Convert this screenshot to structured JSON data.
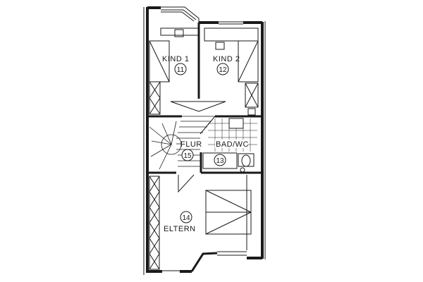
{
  "plan": {
    "rooms": [
      {
        "name": "KIND 1",
        "number": "11"
      },
      {
        "name": "KIND 2",
        "number": "12"
      },
      {
        "name": "FLUR",
        "number": "15"
      },
      {
        "name": "BAD/WC",
        "number": "13"
      },
      {
        "name": "ELTERN",
        "number": "14"
      }
    ]
  },
  "colors": {
    "ink": "#1a1a1a",
    "paper": "#ffffff"
  }
}
